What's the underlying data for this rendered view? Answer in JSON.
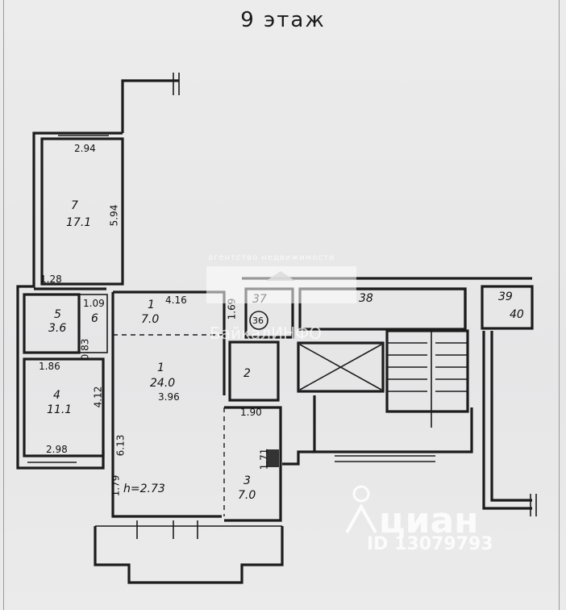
{
  "title": "9 этаж",
  "rooms": [
    {
      "number": "7",
      "area": "17.1"
    },
    {
      "number": "1",
      "area": "7.0"
    },
    {
      "number": "1",
      "area": "24.0"
    },
    {
      "number": "5",
      "area": "3.6"
    },
    {
      "number": "6"
    },
    {
      "number": "4",
      "area": "11.1"
    },
    {
      "number": "2"
    },
    {
      "number": "3",
      "area": "7.0"
    },
    {
      "number": "37"
    },
    {
      "number": "36"
    },
    {
      "number": "38"
    },
    {
      "number": "39"
    },
    {
      "number": "40"
    }
  ],
  "dimensions": [
    "2.94",
    "5.94",
    "1.28",
    "4.16",
    "1.69",
    "1.09",
    "0.83",
    "1.86",
    "4.12",
    "2.98",
    "3.96",
    "6.13",
    "1.90",
    "1.71",
    "1.79"
  ],
  "ceiling_height": "h=2.73",
  "watermarks": {
    "agency_line": "агентство недвижимости",
    "brand": "БайкалИНФО",
    "cian": "циан",
    "listing_id": "ID 13079793"
  }
}
